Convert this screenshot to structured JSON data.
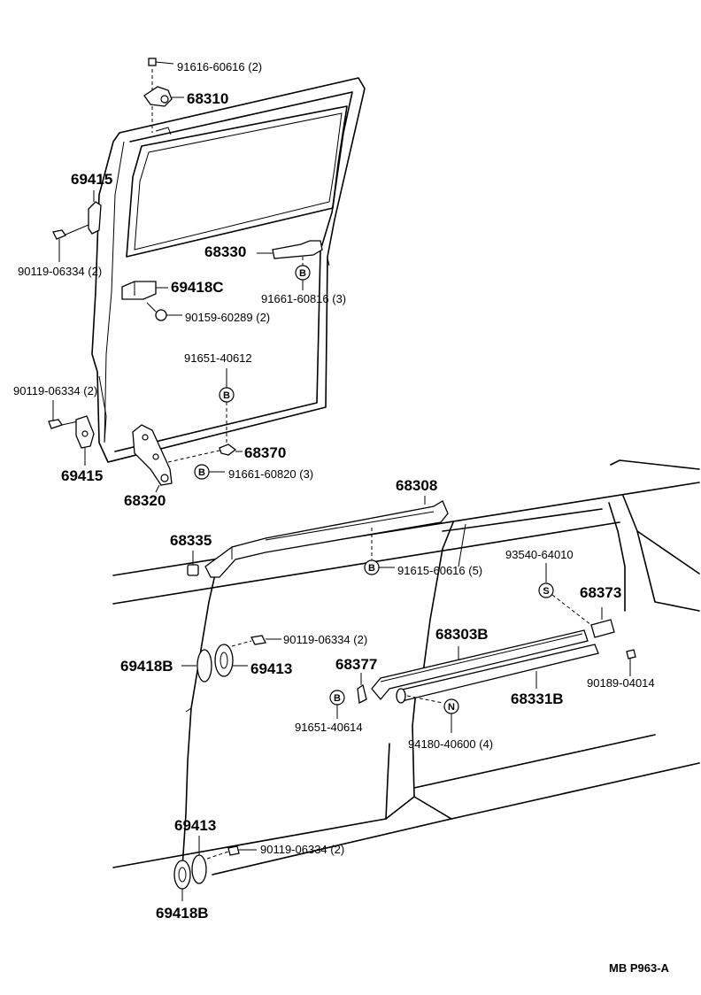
{
  "labels": {
    "p91616": "91616-60616 (2)",
    "p68310": "68310",
    "p69415_top": "69415",
    "p90119_a": "90119-06334 (2)",
    "p69418C": "69418C",
    "p90159": "90159-60289 (2)",
    "p68330": "68330",
    "p91661_816": "91661-60816 (3)",
    "p91651_612": "91651-40612",
    "p90119_b": "90119-06334 (2)",
    "p69415_bot": "69415",
    "p68370": "68370",
    "p91661_820": "91661-60820 (3)",
    "p68320": "68320",
    "p68308": "68308",
    "p68335": "68335",
    "p91615": "91615-60616 (5)",
    "p93540": "93540-64010",
    "p68373": "68373",
    "p68303B": "68303B",
    "p90119_c": "90119-06334 (2)",
    "p69418B_mid": "69418B",
    "p69413_mid": "69413",
    "p68377": "68377",
    "p91651_614": "91651-40614",
    "p94180": "94180-40600 (4)",
    "p68331B": "68331B",
    "p90189": "90189-04014",
    "p69413_bot": "69413",
    "p90119_d": "90119-06334 (2)",
    "p69418B_bot": "69418B",
    "ref": "MB  P963-A"
  },
  "markers": {
    "b": "B",
    "s": "S",
    "n": "N"
  }
}
